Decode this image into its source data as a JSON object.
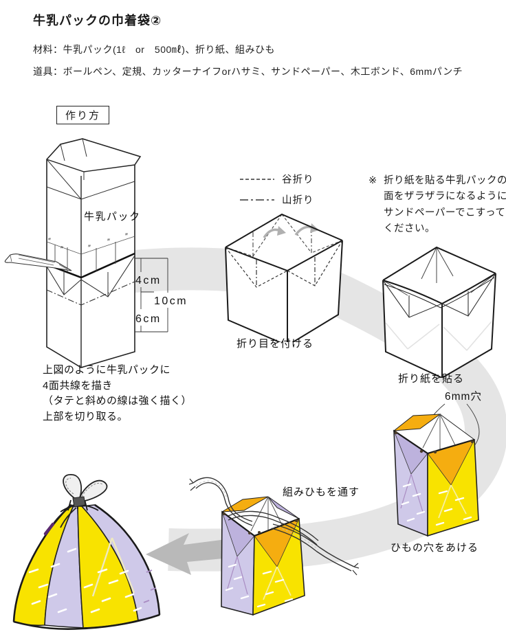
{
  "header": {
    "title": "牛乳パックの巾着袋②",
    "materials_line": "材料：牛乳パック(1ℓ　or　500㎖)、折り紙、組みひも",
    "tools_line": "道具：ボールペン、定規、カッターナイフorハサミ、サンドペーパー、木工ボンド、6mmパンチ"
  },
  "method_box": {
    "label": "作り方"
  },
  "fold_legend": {
    "valley_label": "谷折り",
    "mountain_label": "山折り"
  },
  "sandpaper_note": {
    "marker": "※",
    "lines": [
      "折り紙を貼る牛乳パックの",
      "面をザラザラになるように",
      "サンドペーパーでこすって",
      "ください。"
    ]
  },
  "step_draw_lines": {
    "carton_label": "牛乳パック",
    "tick_mark": "″",
    "dim_top": "4cm",
    "dim_total": "10cm",
    "dim_bottom": "6cm",
    "caption_lines": [
      "上図のように牛乳パックに",
      "4面共線を描き",
      "（タテと斜めの線は強く描く）",
      "上部を切り取る。"
    ]
  },
  "step_crease": {
    "caption": "折り目を付ける"
  },
  "step_paste": {
    "caption": "折り紙を貼る"
  },
  "step_holes": {
    "hole_label": "6mm穴",
    "caption": "ひもの穴をあける"
  },
  "step_cord": {
    "caption": "組みひもを通す"
  },
  "colors": {
    "yellow": "#f8e300",
    "orange": "#f5ad10",
    "lavender": "#cfc9e9",
    "lavender_shade": "#bdb2dd",
    "fold_line_purple": "#a98cc2",
    "swoosh_gray": "#e5e5e5",
    "arrow_gray": "#b9b9b9"
  }
}
